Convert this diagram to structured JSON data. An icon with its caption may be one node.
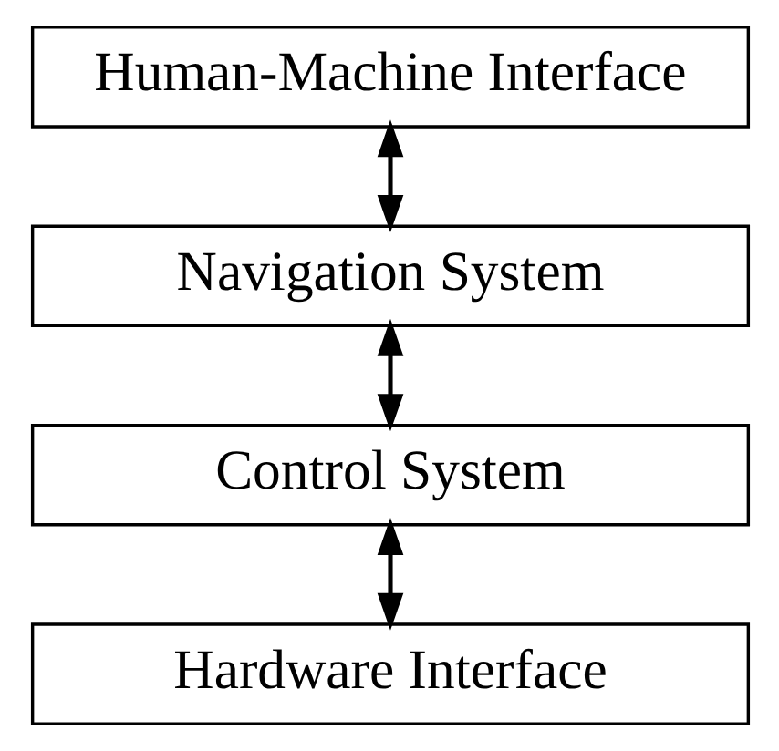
{
  "diagram": {
    "nodes": [
      {
        "text": [
          "Human-Machine Interface"
        ]
      },
      {
        "text": [
          "Navigation System"
        ]
      },
      {
        "text": [
          "Control System"
        ]
      },
      {
        "text": [
          "Hardware Interface"
        ]
      }
    ],
    "edges": [
      {
        "from": 0,
        "to": 1,
        "arrow": "both"
      },
      {
        "from": 1,
        "to": 2,
        "arrow": "both"
      },
      {
        "from": 2,
        "to": 3,
        "arrow": "both"
      }
    ]
  }
}
